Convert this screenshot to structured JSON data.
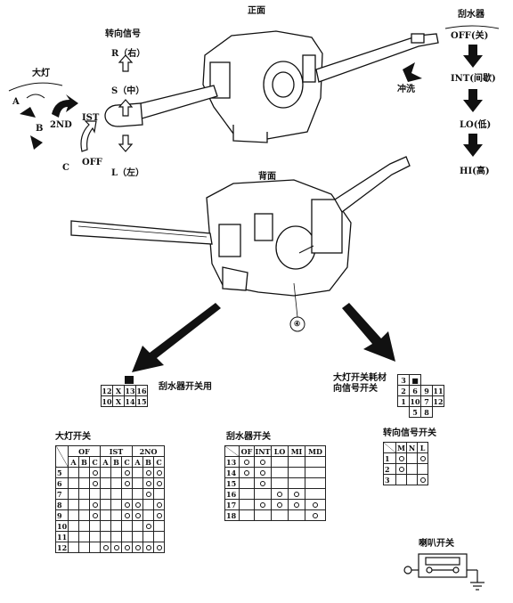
{
  "titles": {
    "front": "正面",
    "back": "背面"
  },
  "labels": {
    "turn_signal": "转向信号",
    "turn_r": "R（右）",
    "turn_s": "S（中）",
    "turn_l": "L（左）",
    "headlamp": "大灯",
    "pos_a": "A",
    "pos_b": "B",
    "pos_c": "C",
    "pos_2nd": "2ND",
    "pos_1st": "IST",
    "pos_off": "OFF",
    "wiper": "刮水器",
    "wiper_off": "OFF(关)",
    "wiper_int": "INT(间歇)",
    "wiper_lo": "LO(低)",
    "wiper_hi": "HI(高)",
    "washer": "冲洗",
    "callout": "④",
    "wiper_connector": "刮水器开关用",
    "headlamp_connector_l1": "大灯开关耗材",
    "headlamp_connector_l2": "向信号开关"
  },
  "connectors": {
    "wiper": [
      [
        "12",
        "X",
        "13",
        "16"
      ],
      [
        "10",
        "X",
        "14",
        "15"
      ]
    ],
    "headlamp": [
      [
        "3",
        "■",
        "",
        ""
      ],
      [
        "2",
        "6",
        "9",
        "11"
      ],
      [
        "1",
        "10",
        "7",
        "12"
      ],
      [
        "",
        "5",
        "8",
        ""
      ]
    ]
  },
  "headlamp_switch": {
    "title": "大灯开关",
    "groups": [
      "OF",
      "IST",
      "2NO"
    ],
    "sub": [
      "A",
      "B",
      "C",
      "A",
      "B",
      "C",
      "A",
      "B",
      "C"
    ],
    "rows": [
      "5",
      "6",
      "7",
      "8",
      "9",
      "10",
      "11",
      "12"
    ]
  },
  "wiper_switch": {
    "title": "刮水器开关",
    "cols": [
      "OF",
      "INT",
      "LO",
      "MI",
      "MD"
    ],
    "rows": [
      "13",
      "14",
      "15",
      "16",
      "17",
      "18"
    ]
  },
  "turn_switch": {
    "title": "转向信号开关",
    "cols": [
      "M",
      "N",
      "L"
    ],
    "rows": [
      "1",
      "2",
      "3"
    ]
  },
  "horn": {
    "title": "喇叭开关"
  }
}
